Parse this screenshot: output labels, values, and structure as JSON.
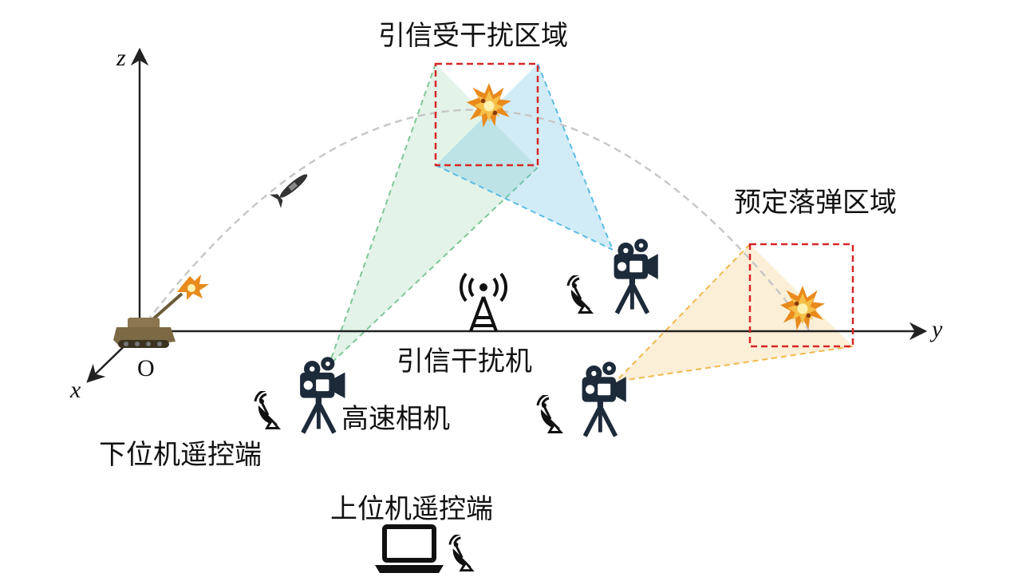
{
  "labels": {
    "fuze_zone": "引信受干扰区域",
    "target_zone": "预定落弹区域",
    "jammer": "引信干扰机",
    "camera": "高速相机",
    "lower_remote": "下位机遥控端",
    "upper_remote": "上位机遥控端",
    "origin": "O",
    "axis_x": "x",
    "axis_y": "y",
    "axis_z": "z"
  },
  "colors": {
    "zone_border": "#d62728",
    "trajectory": "#c8c8c8",
    "fov_green": "#7ec897",
    "fov_blue": "#5bbce4",
    "fov_orange": "#f1b84b",
    "icon_dark": "#1d2a3a",
    "explosion": "#e98a1c"
  },
  "icons": [
    "howitzer-icon",
    "projectile-icon",
    "muzzle-flash-icon",
    "explosion-icon",
    "camera-icon",
    "satellite-dish-icon",
    "radio-tower-icon",
    "laptop-icon"
  ]
}
